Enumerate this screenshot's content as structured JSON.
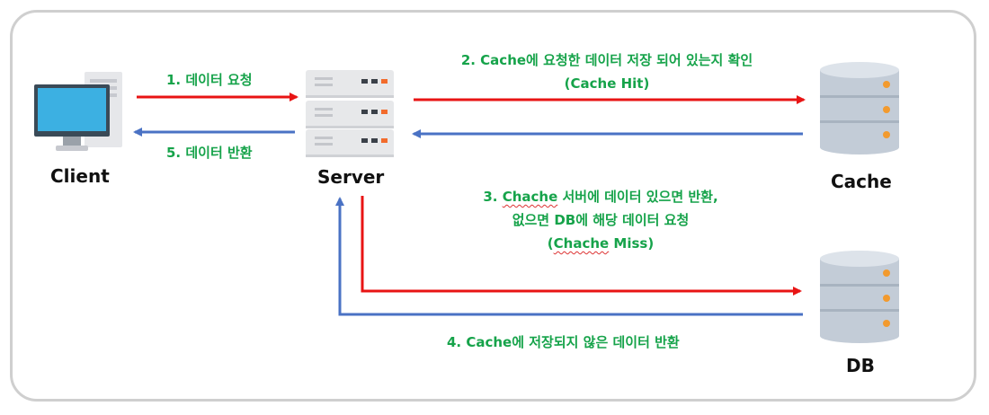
{
  "nodes": {
    "client": "Client",
    "server": "Server",
    "cache": "Cache",
    "db": "DB"
  },
  "steps": {
    "s1": "1. 데이터 요청",
    "s2_line1": "2. Cache에 요청한 데이터 저장 되어 있는지 확인",
    "s2_line2": "(Cache Hit)",
    "s3_line1_a": "3. ",
    "s3_line1_word": "Chache",
    "s3_line1_b": " 서버에 데이터 있으면 반환,",
    "s3_line2": "없으면 DB에 해당 데이터 요청",
    "s3_line3_a": "(",
    "s3_line3_word": "Chache",
    "s3_line3_b": " Miss)",
    "s4": "4. Cache에 저장되지 않은 데이터 반환",
    "s5": "5. 데이터 반환"
  },
  "colors": {
    "request_arrow": "#e81414",
    "response_arrow": "#4a72c4",
    "step_text": "#16a34a"
  },
  "icons": {
    "client": "desktop-computer-icon",
    "server": "server-rack-icon",
    "cache": "database-icon",
    "db": "database-icon"
  }
}
